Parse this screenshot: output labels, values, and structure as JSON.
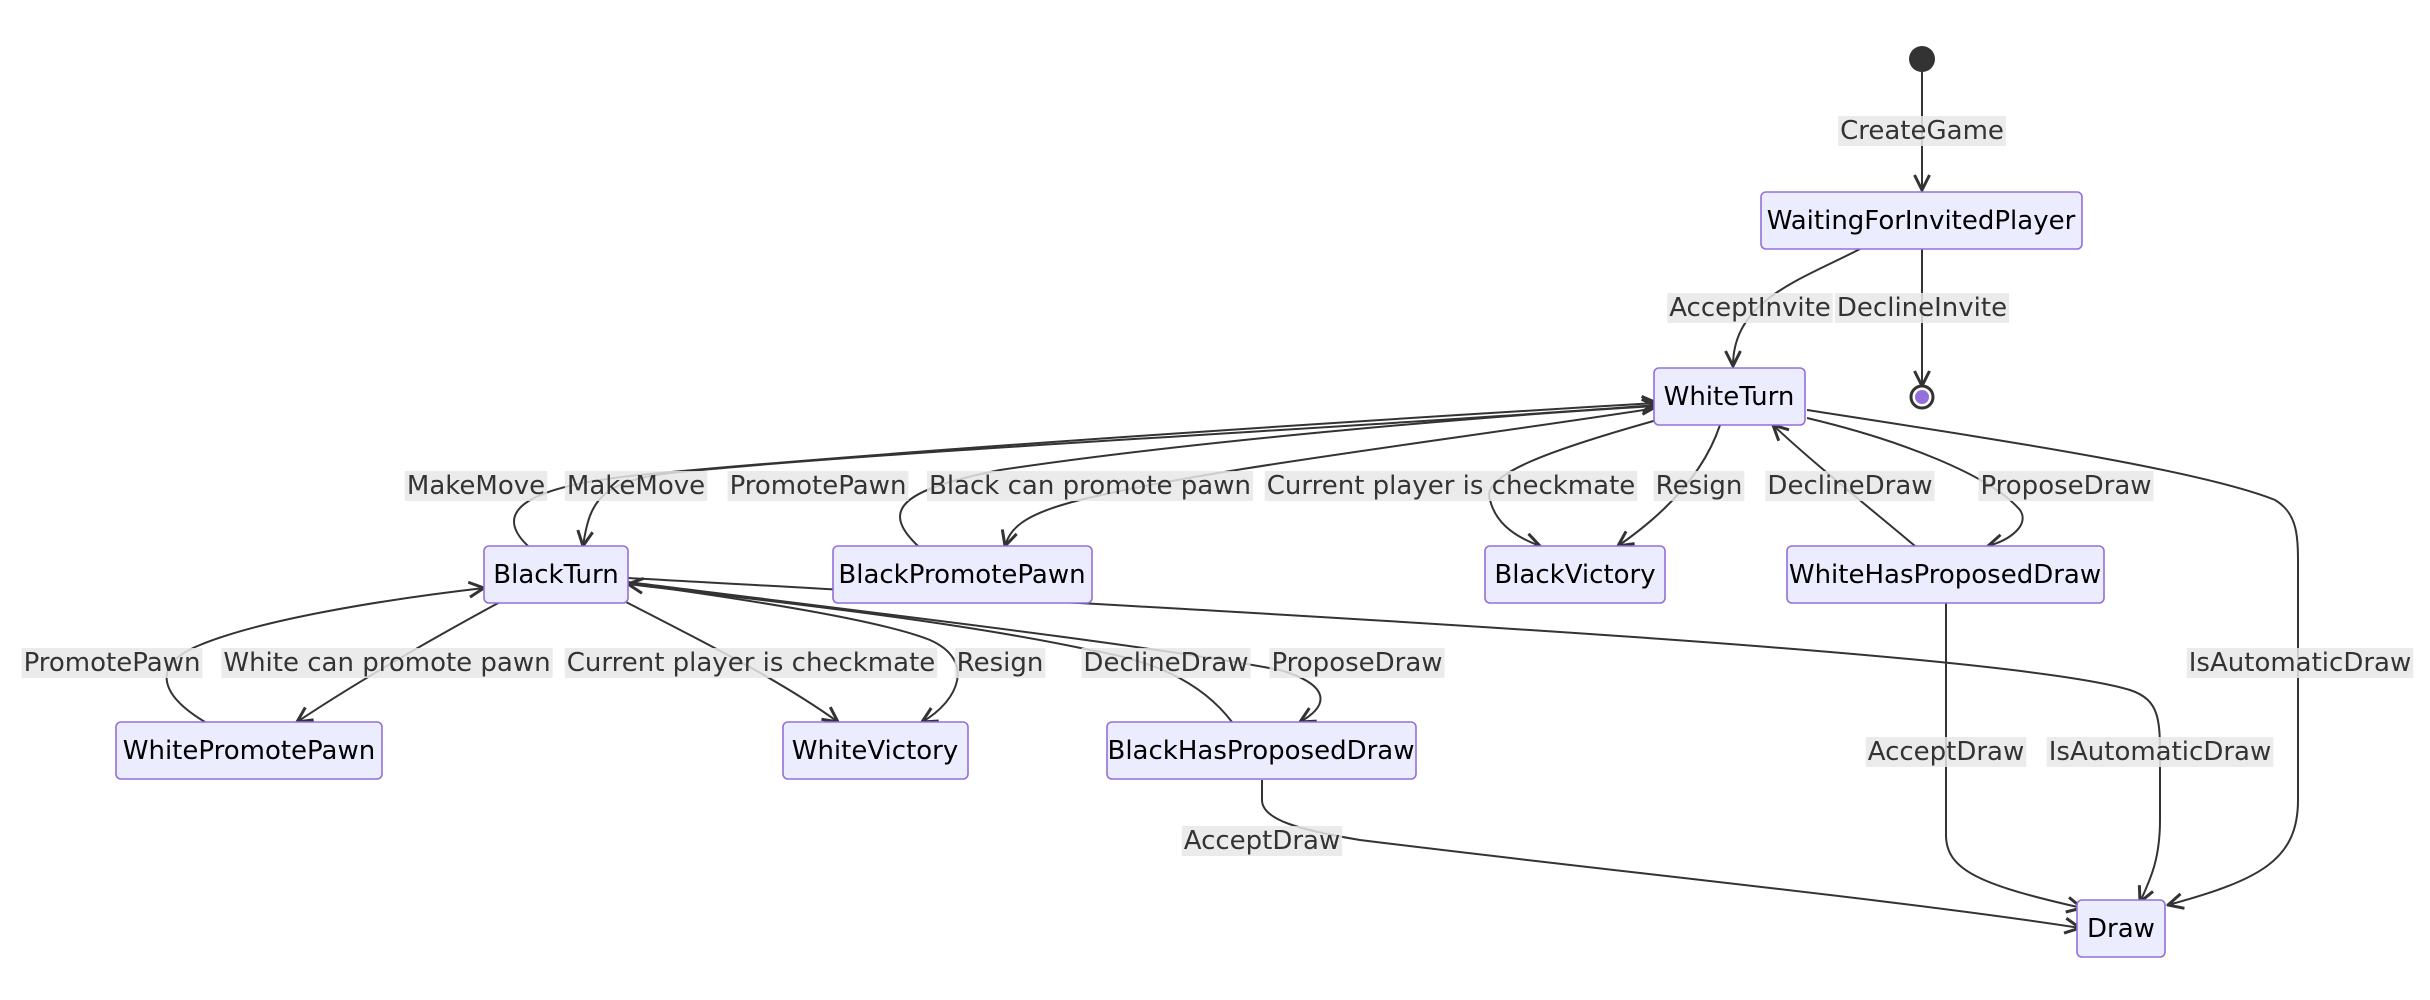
{
  "diagram": {
    "type": "state-diagram",
    "states": {
      "WaitingForInvitedPlayer": "WaitingForInvitedPlayer",
      "WhiteTurn": "WhiteTurn",
      "BlackTurn": "BlackTurn",
      "BlackPromotePawn": "BlackPromotePawn",
      "BlackVictory": "BlackVictory",
      "WhiteHasProposedDraw": "WhiteHasProposedDraw",
      "WhitePromotePawn": "WhitePromotePawn",
      "WhiteVictory": "WhiteVictory",
      "BlackHasProposedDraw": "BlackHasProposedDraw",
      "Draw": "Draw"
    },
    "transitions": [
      {
        "id": "t_create",
        "from": "start",
        "to": "WaitingForInvitedPlayer",
        "label": "CreateGame"
      },
      {
        "id": "t_accept_invite",
        "from": "WaitingForInvitedPlayer",
        "to": "WhiteTurn",
        "label": "AcceptInvite"
      },
      {
        "id": "t_decline_invite",
        "from": "WaitingForInvitedPlayer",
        "to": "end",
        "label": "DeclineInvite"
      },
      {
        "id": "t_w_makemove",
        "from": "WhiteTurn",
        "to": "BlackTurn",
        "label": "MakeMove"
      },
      {
        "id": "t_b_makemove",
        "from": "BlackTurn",
        "to": "WhiteTurn",
        "label": "MakeMove"
      },
      {
        "id": "t_b_promote",
        "from": "BlackPromotePawn",
        "to": "WhiteTurn",
        "label": "PromotePawn"
      },
      {
        "id": "t_b_can_promote",
        "from": "WhiteTurn",
        "to": "BlackPromotePawn",
        "label": "Black can promote pawn"
      },
      {
        "id": "t_w_checkmate",
        "from": "WhiteTurn",
        "to": "BlackVictory",
        "label": "Current player is checkmate"
      },
      {
        "id": "t_w_resign",
        "from": "WhiteTurn",
        "to": "BlackVictory",
        "label": "Resign"
      },
      {
        "id": "t_w_declinedraw",
        "from": "WhiteHasProposedDraw",
        "to": "WhiteTurn",
        "label": "DeclineDraw"
      },
      {
        "id": "t_w_proposedraw",
        "from": "WhiteTurn",
        "to": "WhiteHasProposedDraw",
        "label": "ProposeDraw"
      },
      {
        "id": "t_w_autodraw",
        "from": "WhiteTurn",
        "to": "Draw",
        "label": "IsAutomaticDraw"
      },
      {
        "id": "t_w_promote",
        "from": "WhitePromotePawn",
        "to": "BlackTurn",
        "label": "PromotePawn"
      },
      {
        "id": "t_w_can_promote",
        "from": "BlackTurn",
        "to": "WhitePromotePawn",
        "label": "White can promote pawn"
      },
      {
        "id": "t_b_checkmate",
        "from": "BlackTurn",
        "to": "WhiteVictory",
        "label": "Current player is checkmate"
      },
      {
        "id": "t_b_resign",
        "from": "BlackTurn",
        "to": "WhiteVictory",
        "label": "Resign"
      },
      {
        "id": "t_b_declinedraw",
        "from": "BlackHasProposedDraw",
        "to": "BlackTurn",
        "label": "DeclineDraw"
      },
      {
        "id": "t_b_proposedraw",
        "from": "BlackTurn",
        "to": "BlackHasProposedDraw",
        "label": "ProposeDraw"
      },
      {
        "id": "t_whpd_acceptdraw",
        "from": "WhiteHasProposedDraw",
        "to": "Draw",
        "label": "AcceptDraw"
      },
      {
        "id": "t_b_autodraw",
        "from": "BlackTurn",
        "to": "Draw",
        "label": "IsAutomaticDraw"
      },
      {
        "id": "t_bhpd_acceptdraw",
        "from": "BlackHasProposedDraw",
        "to": "Draw",
        "label": "AcceptDraw"
      }
    ],
    "colors": {
      "state_fill": "#ECECFF",
      "state_stroke": "#9370DB",
      "edge": "#333333",
      "start_dot": "#333333",
      "end_dot": "#9370DB"
    }
  }
}
